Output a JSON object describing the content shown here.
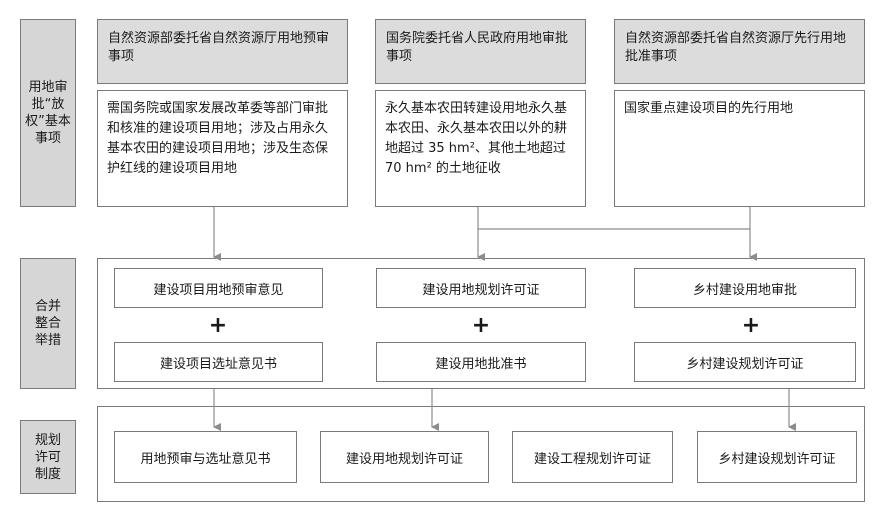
{
  "side_labels": {
    "row1": "用地审批“放权”基本事项",
    "row2": "合并整合举措",
    "row3": "规划许可制度"
  },
  "columns": [
    {
      "header": "自然资源部委托省自然资源厅用地预审事项",
      "description": "需国务院或国家发展改革委等部门审批和核准的建设项目用地；涉及占用永久基本农田的建设项目用地；涉及生态保护红线的建设项目用地"
    },
    {
      "header": "国务院委托省人民政府用地审批事项",
      "description": "永久基本农田转建设用地永久基本农田、永久基本农田以外的耕地超过 35 hm²、其他土地超过 70 hm² 的土地征收"
    },
    {
      "header": "自然资源部委托省自然资源厅先行用地批准事项",
      "description": "国家重点建设项目的先行用地"
    }
  ],
  "measures": [
    {
      "top": "建设项目用地预审意见",
      "plus": "+",
      "bottom": "建设项目选址意见书"
    },
    {
      "top": "建设用地规划许可证",
      "plus": "+",
      "bottom": "建设用地批准书"
    },
    {
      "top": "乡村建设用地审批",
      "plus": "+",
      "bottom": "乡村建设规划许可证"
    }
  ],
  "permits": [
    "用地预审与选址意见书",
    "建设用地规划许可证",
    "建设工程规划许可证",
    "乡村建设规划许可证"
  ]
}
